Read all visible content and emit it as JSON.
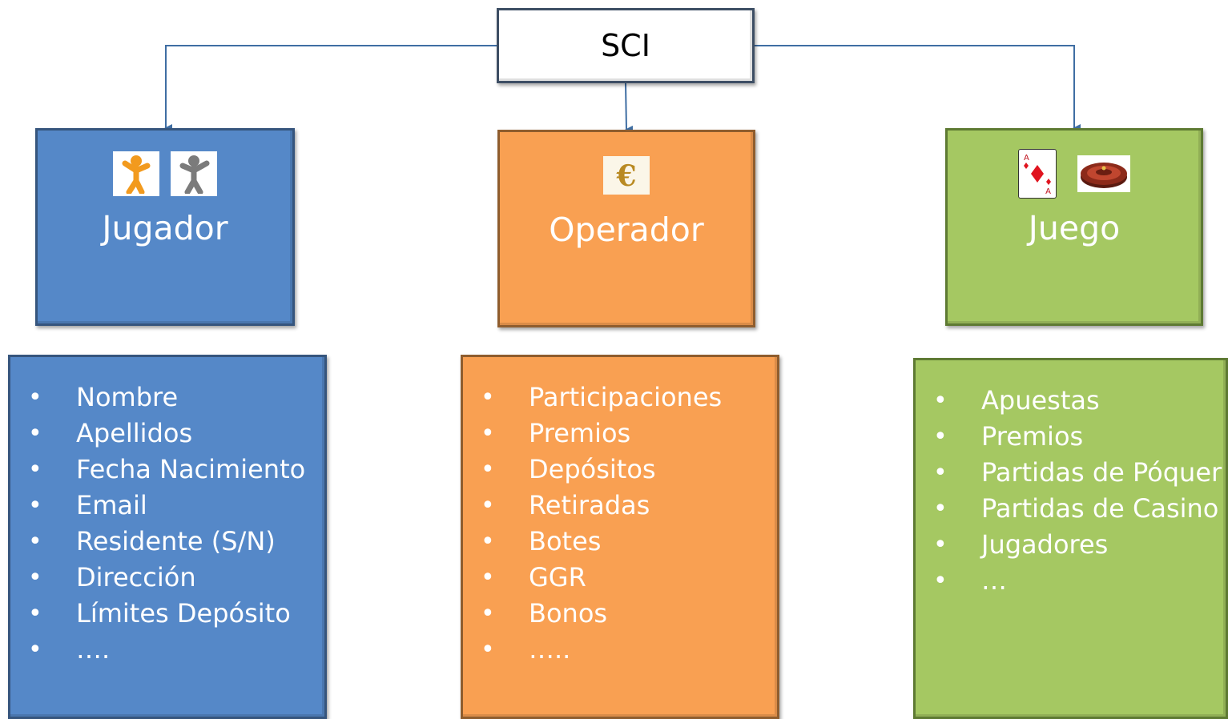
{
  "root": {
    "label": "SCI"
  },
  "categories": [
    {
      "id": "jugador",
      "title": "Jugador",
      "icons": [
        "player-orange-icon",
        "player-grey-icon"
      ],
      "color": "#5588c8",
      "items": [
        "Nombre",
        "Apellidos",
        "Fecha Nacimiento",
        "Email",
        "Residente (S/N)",
        "Dirección",
        "Límites Depósito",
        "…."
      ]
    },
    {
      "id": "operador",
      "title": "Operador",
      "icons": [
        "euro-icon"
      ],
      "color": "#f9a052",
      "items": [
        "Participaciones",
        "Premios",
        "Depósitos",
        "Retiradas",
        "Botes",
        "GGR",
        "Bonos",
        "….."
      ]
    },
    {
      "id": "juego",
      "title": "Juego",
      "icons": [
        "ace-of-diamonds-icon",
        "roulette-icon"
      ],
      "color": "#a5c862",
      "items": [
        "Apuestas",
        "Premios",
        "Partidas de Póquer",
        "Partidas de Casino",
        "Jugadores",
        "…"
      ]
    }
  ]
}
